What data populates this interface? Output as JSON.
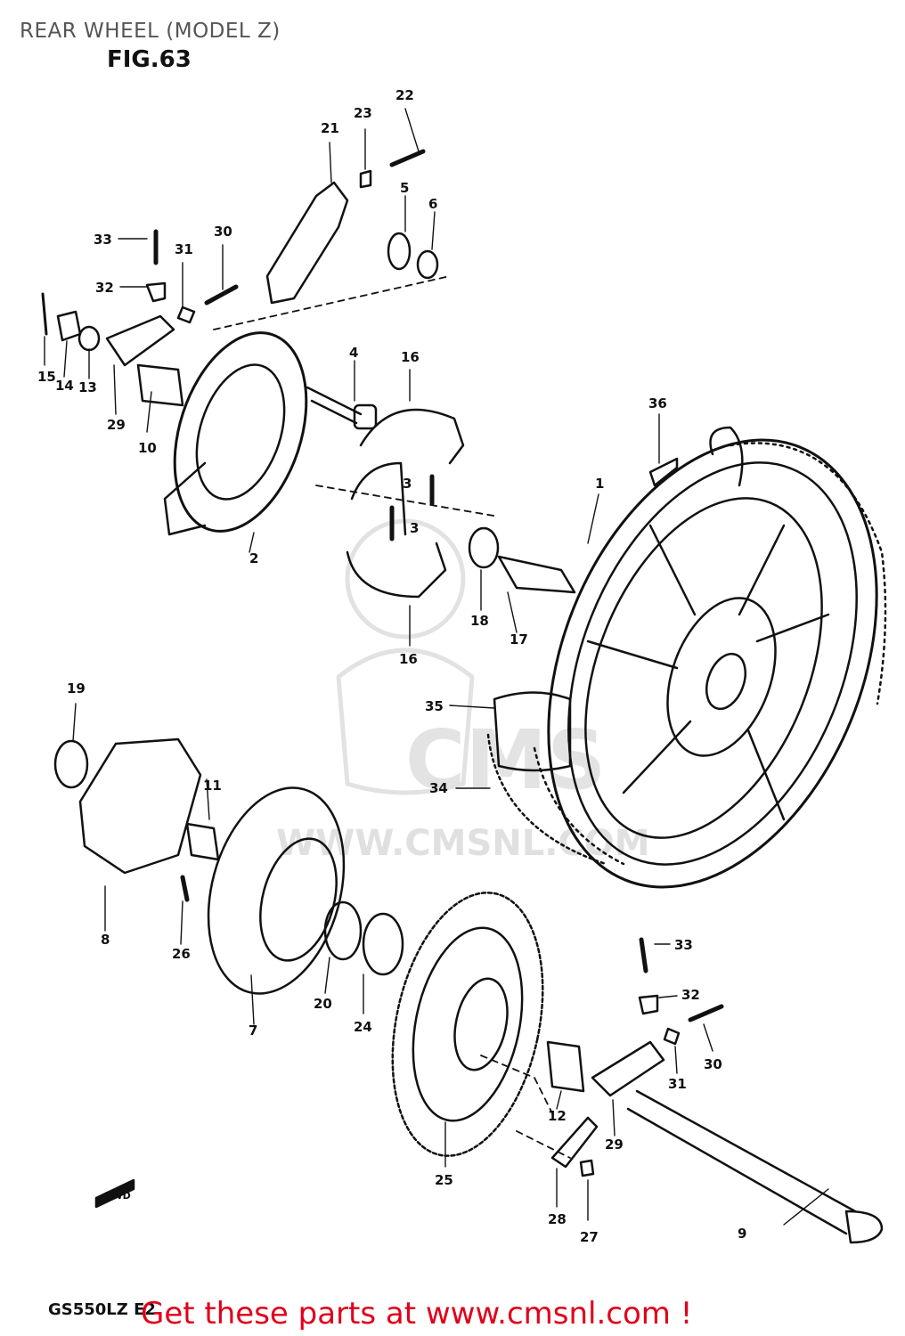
{
  "header": {
    "title": "REAR WHEEL (MODEL Z)",
    "figure": "FIG.63"
  },
  "footer": {
    "model_code": "GS550LZ E2",
    "cta": "Get these parts at www.cmsnl.com !"
  },
  "watermark": {
    "brand": "CMS",
    "url": "WWW.CMSNL.COM"
  },
  "fwd_label": "FWD",
  "callouts": [
    "1",
    "2",
    "3",
    "3",
    "4",
    "5",
    "6",
    "7",
    "8",
    "9",
    "10",
    "11",
    "12",
    "13",
    "14",
    "15",
    "16",
    "16",
    "17",
    "18",
    "19",
    "20",
    "21",
    "22",
    "23",
    "24",
    "25",
    "26",
    "27",
    "28",
    "29",
    "29",
    "30",
    "30",
    "31",
    "31",
    "32",
    "32",
    "33",
    "33",
    "34",
    "35",
    "36"
  ],
  "colors": {
    "ink": "#111111",
    "cta": "#e1001a",
    "watermark": "#dddddd"
  }
}
